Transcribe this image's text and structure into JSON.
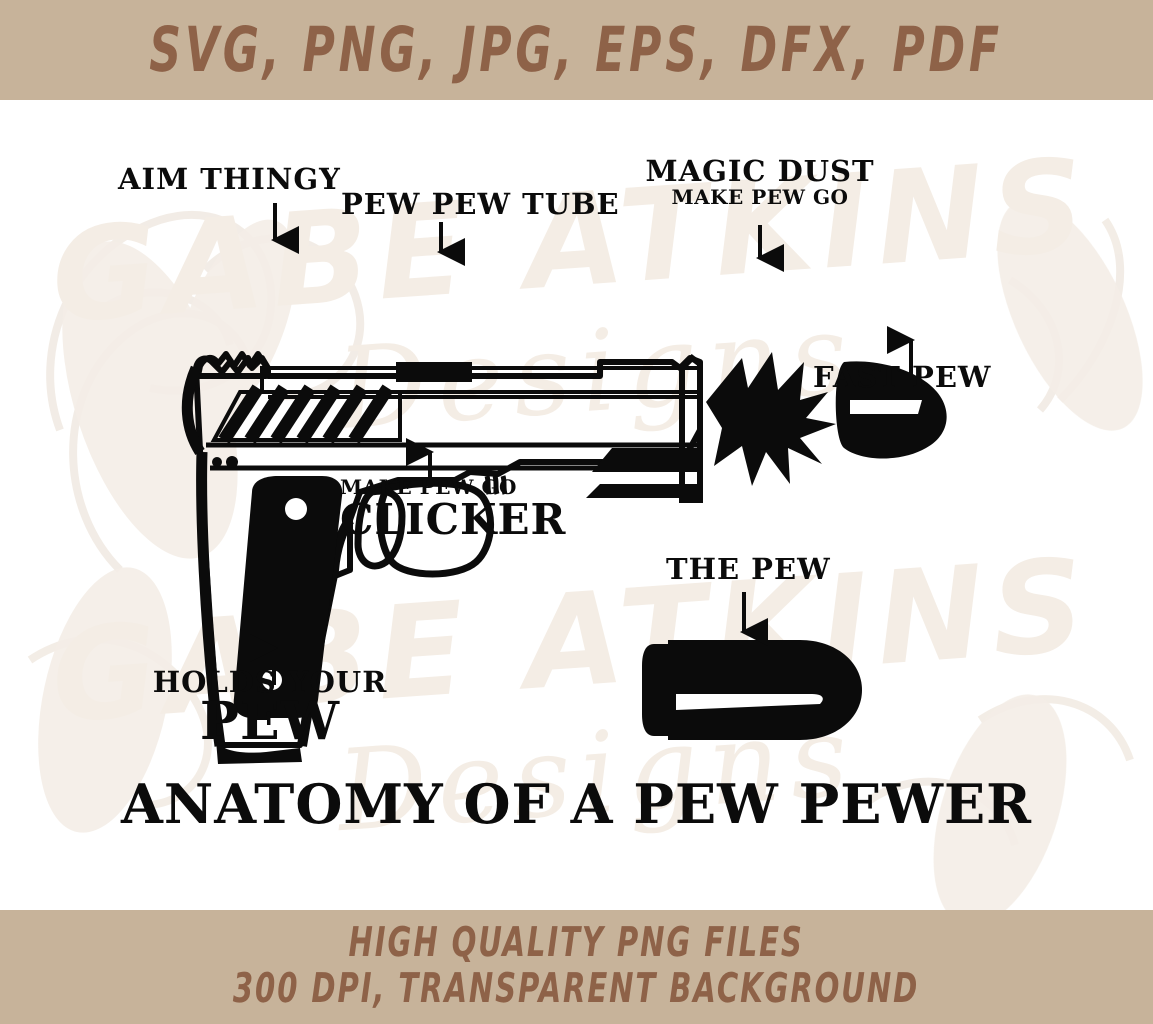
{
  "colors": {
    "banner_bg": "#c7b39a",
    "banner_text": "#8e6248",
    "artwork_ink": "#0b0b0b",
    "page_bg": "#ffffff",
    "watermark": "#f2ece5"
  },
  "banner_top": {
    "text": "SVG, PNG, JPG, EPS, DFX, PDF"
  },
  "banner_bottom": {
    "line_1": "HIGH QUALITY PNG FILES",
    "line_2": "300 DPI, TRANSPARENT BACKGROUND"
  },
  "watermark": {
    "brand_line_1": "GABE ATKINS",
    "brand_line_2": "Designs"
  },
  "artwork": {
    "title": "ANATOMY OF A PEW PEWER",
    "labels": [
      {
        "id": "aim-thingy",
        "primary": "AIM THINGY",
        "secondary": "",
        "arrow": "down"
      },
      {
        "id": "pew-pew-tube",
        "primary": "PEW PEW TUBE",
        "secondary": "",
        "arrow": "down"
      },
      {
        "id": "magic-dust",
        "primary": "MAGIC DUST",
        "secondary": "MAKE PEW GO",
        "arrow": "down"
      },
      {
        "id": "fast-pew",
        "primary": "FAST PEW",
        "secondary": "",
        "arrow": "up"
      },
      {
        "id": "clicker",
        "primary": "CLICKER",
        "secondary": "MAKE PEW GO",
        "arrow": "up"
      },
      {
        "id": "holds-pew",
        "primary": "PEW",
        "secondary": "HOLDS YOUR",
        "arrow": "up"
      },
      {
        "id": "the-pew",
        "primary": "THE PEW",
        "secondary": "",
        "arrow": "down"
      }
    ],
    "parts": [
      "pistol",
      "muzzle-flash",
      "bullet-projectile",
      "cartridge"
    ]
  }
}
